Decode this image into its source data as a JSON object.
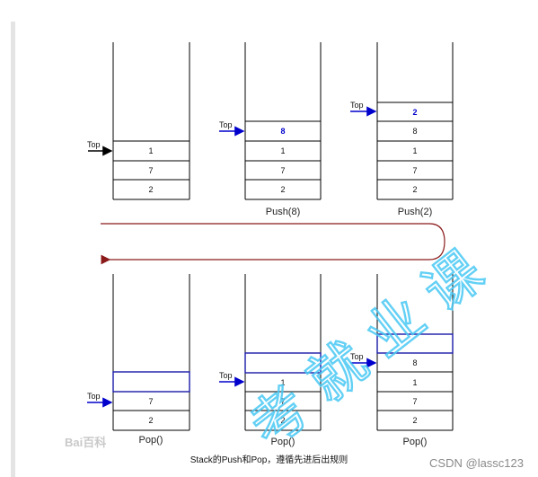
{
  "top_row": [
    {
      "cells": [
        "",
        "",
        "1",
        "7",
        "2"
      ],
      "top_color": "#000000",
      "label": ""
    },
    {
      "cells": [
        "",
        "8",
        "1",
        "7",
        "2"
      ],
      "top_color": "#0000cc",
      "label": "Push(8)"
    },
    {
      "cells": [
        "2",
        "8",
        "1",
        "7",
        "2"
      ],
      "top_color": "#0000cc",
      "label": "Push(2)"
    }
  ],
  "bottom_row": [
    {
      "cells": [
        "",
        "7",
        "2"
      ],
      "label": "Pop()"
    },
    {
      "cells": [
        "",
        "1",
        "7",
        "2"
      ],
      "label": "Pop()"
    },
    {
      "cells": [
        "",
        "8",
        "1",
        "7",
        "2"
      ],
      "label": "Pop()"
    }
  ],
  "top_pointer_label": "Top",
  "caption": "Stack的Push和Pop，遵循先进后出规则",
  "baidu_watermark": "Bai百科",
  "cjk_watermark": "考 就 业 课",
  "credit": "CSDN @lassc123",
  "colors": {
    "push_highlight": "#0000cc",
    "pop_outline": "#1a1aa8",
    "flow_arrow": "#8b1a1a",
    "watermark": "#48c8f4"
  }
}
